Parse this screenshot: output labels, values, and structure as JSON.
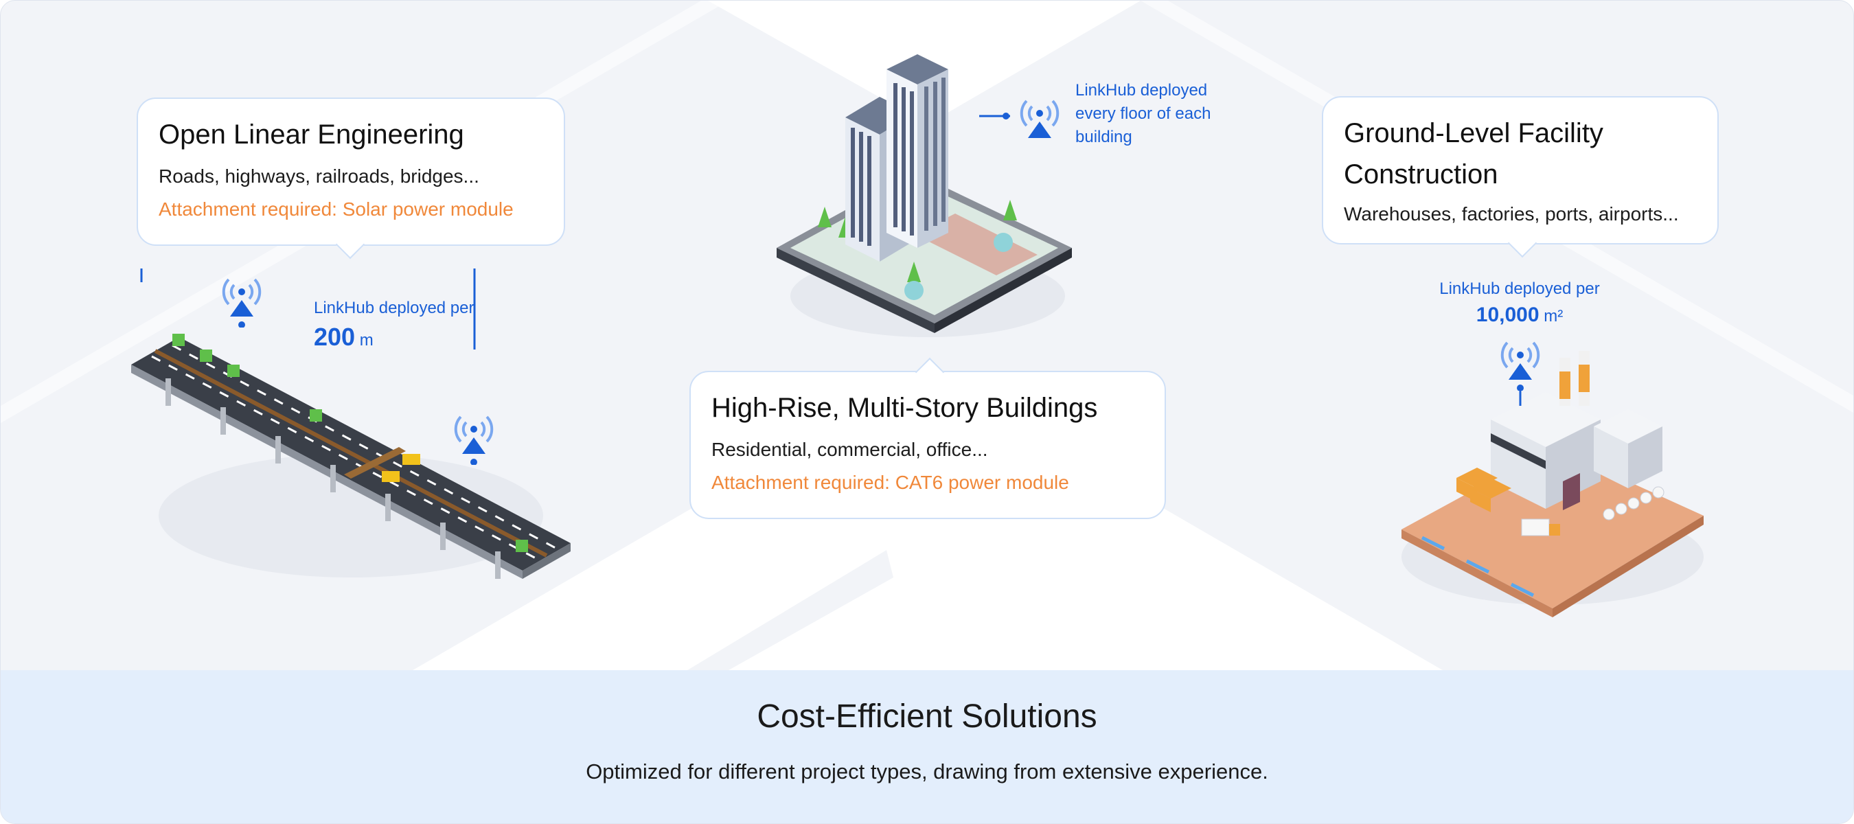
{
  "cards": {
    "linear": {
      "title": "Open Linear Engineering",
      "description": "Roads, highways, railroads, bridges...",
      "note": "Attachment required: Solar power module"
    },
    "highrise": {
      "title": "High-Rise, Multi-Story Buildings",
      "description": "Residential, commercial, office...",
      "note": "Attachment required: CAT6 power module"
    },
    "facility": {
      "title_line1": "Ground-Level Facility",
      "title_line2": "Construction",
      "description": "Warehouses, factories, ports, airports..."
    }
  },
  "labels": {
    "linear": {
      "text": "LinkHub deployed per",
      "value": "200",
      "unit": "m"
    },
    "highrise": {
      "line1": "LinkHub deployed",
      "line2": "every floor of each",
      "line3": "building"
    },
    "facility": {
      "text": "LinkHub deployed per",
      "value": "10,000",
      "unit": "m²"
    }
  },
  "footer": {
    "title": "Cost-Efficient Solutions",
    "subtitle": "Optimized for different project types, drawing from extensive experience."
  },
  "icons": [
    "signal-tower-icon"
  ],
  "colors": {
    "accent": "#1a5fd6",
    "note": "#f0883a",
    "footer_bg": "#e3eefc",
    "card_border": "#cfe0f7",
    "page_bg": "#f2f4f8"
  }
}
